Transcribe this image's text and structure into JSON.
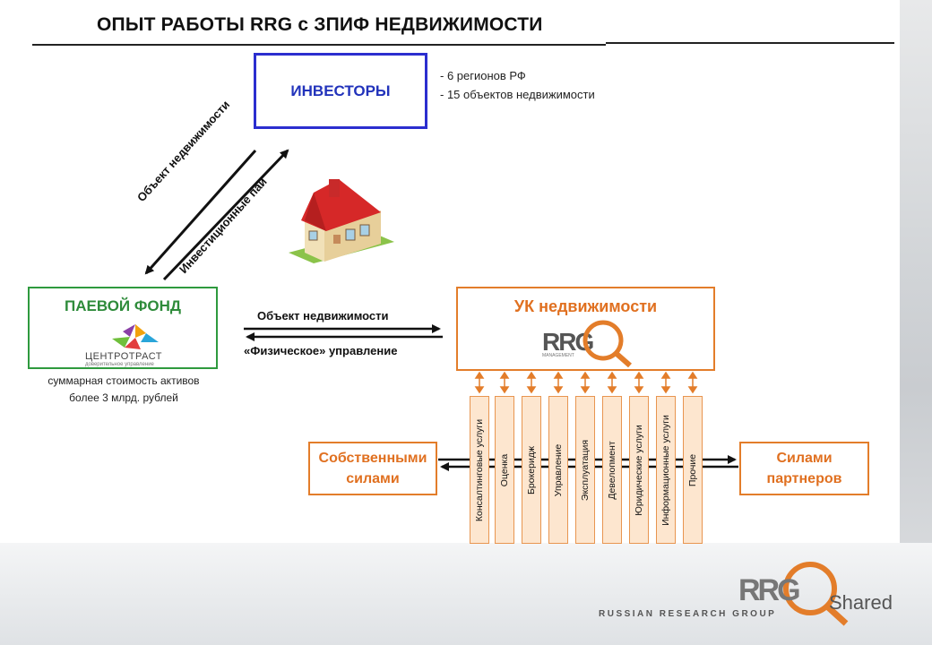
{
  "title": "ОПЫТ РАБОТЫ RRG с ЗПИФ НЕДВИЖИМОСТИ",
  "investors": {
    "label": "ИНВЕСТОРЫ",
    "notes": [
      "- 6 регионов РФ",
      "- 15 объектов недвижимости"
    ]
  },
  "diag_arrows": {
    "down_label": "Объект недвижимости",
    "up_label": "Инвестиционные паи"
  },
  "fund": {
    "label": "ПАЕВОЙ ФОНД",
    "logo_text": "ЦЕНТРОТРАСТ",
    "logo_sub": "доверительное управление",
    "sub_lines": [
      "суммарная стоимость активов",
      "более  3 млрд. рублей"
    ]
  },
  "middle_arrows": {
    "to_right_label": "Объект недвижимости",
    "to_left_label": "«Физическое» управление"
  },
  "uk": {
    "label": "УК недвижимости",
    "logo_text": "RRG",
    "logo_sub": "MANAGEMENT"
  },
  "own_forces": "Собственными силами",
  "partners": "Силами партнеров",
  "services": [
    "Консалтинговые услуги",
    "Оценка",
    "Брокеридж",
    "Управление",
    "Эксплуатация",
    "Девелопмент",
    "Юридические услуги",
    "Информационные услуги",
    "Прочие"
  ],
  "footer": {
    "company": "Russian Research Group",
    "brand": "RRG",
    "shared": "Shared"
  },
  "colors": {
    "blue": "#2b2ecf",
    "green": "#2e9a3e",
    "orange": "#e37d2a"
  }
}
